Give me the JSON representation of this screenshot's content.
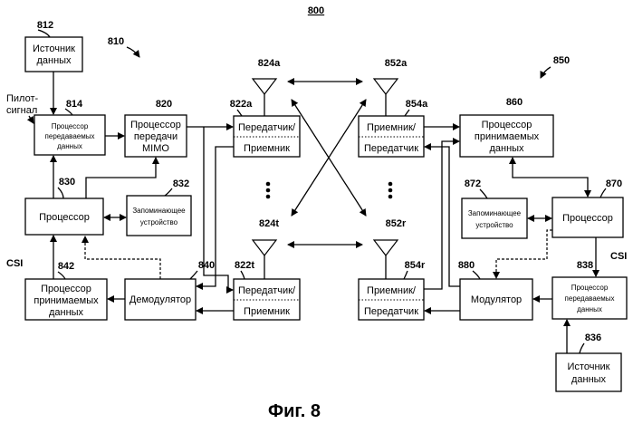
{
  "figure": {
    "number": "800",
    "caption": "Фиг. 8"
  },
  "systems": {
    "left": "810",
    "right": "850"
  },
  "labels": {
    "pilot_line1": "Пилот-",
    "pilot_line2": "сигнал",
    "csi_left": "CSI",
    "csi_right": "CSI"
  },
  "blocks": {
    "src_left": {
      "ref": "812",
      "line1": "Источник",
      "line2": "данных"
    },
    "tx_data_proc": {
      "ref": "814",
      "line1": "Процессор",
      "line2": "передаваемых",
      "line3": "данных"
    },
    "tx_mimo_proc": {
      "ref": "820",
      "line1": "Процессор",
      "line2": "передачи",
      "line3": "MIMO"
    },
    "proc_left": {
      "ref": "830",
      "line1": "Процессор"
    },
    "mem_left": {
      "ref": "832",
      "line1": "Запоминающее",
      "line2": "устройство"
    },
    "rx_data_proc_left": {
      "ref": "842",
      "line1": "Процессор",
      "line2": "принимаемых",
      "line3": "данных"
    },
    "demod": {
      "ref": "840",
      "line1": "Демодулятор"
    },
    "trx_822a": {
      "ref": "822a",
      "top": "Передатчик/",
      "bottom": "Приемник"
    },
    "trx_822t": {
      "ref": "822t",
      "top": "Передатчик/",
      "bottom": "Приемник"
    },
    "trx_854a": {
      "ref": "854a",
      "top": "Приемник/",
      "bottom": "Передатчик"
    },
    "trx_854r": {
      "ref": "854r",
      "top": "Приемник/",
      "bottom": "Передатчик"
    },
    "rx_data_proc_right": {
      "ref": "860",
      "line1": "Процессор",
      "line2": "принимаемых",
      "line3": "данных"
    },
    "mem_right": {
      "ref": "872",
      "line1": "Запоминающее",
      "line2": "устройство"
    },
    "proc_right": {
      "ref": "870",
      "line1": "Процессор"
    },
    "mod": {
      "ref": "880",
      "line1": "Модулятор"
    },
    "tx_data_proc_right": {
      "ref": "838",
      "line1": "Процессор",
      "line2": "передаваемых",
      "line3": "данных"
    },
    "src_right": {
      "ref": "836",
      "line1": "Источник",
      "line2": "данных"
    }
  },
  "antennas": {
    "a824a": "824a",
    "a824t": "824t",
    "a852a": "852a",
    "a852r": "852r"
  }
}
